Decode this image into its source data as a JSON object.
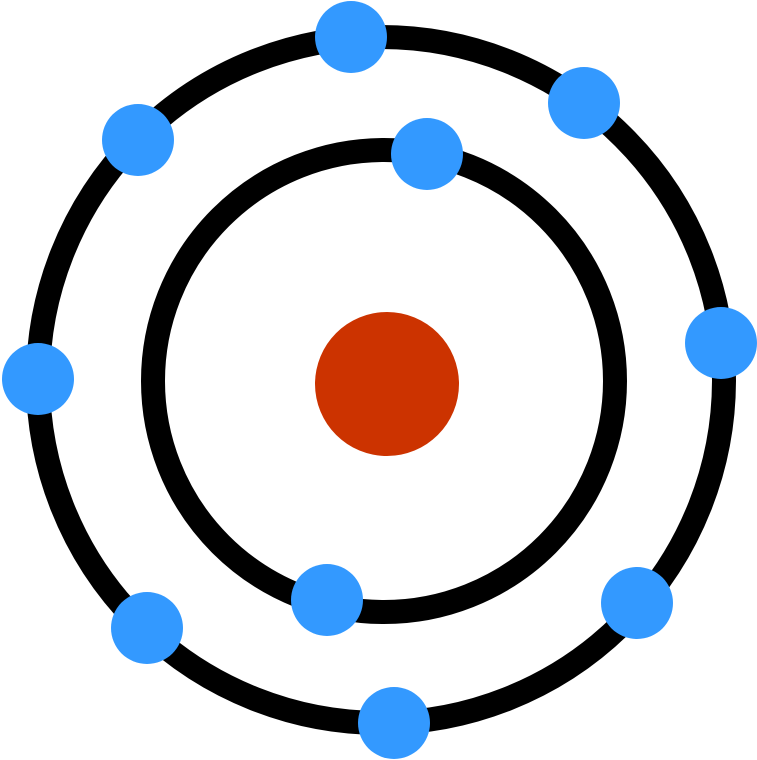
{
  "diagram": {
    "type": "bohr-atom-model",
    "nucleus": {
      "color": "#CC3300"
    },
    "shell_color": "#000000",
    "electron_color": "#3399FF",
    "shells": [
      {
        "electrons": 2
      },
      {
        "electrons": 8
      }
    ]
  }
}
